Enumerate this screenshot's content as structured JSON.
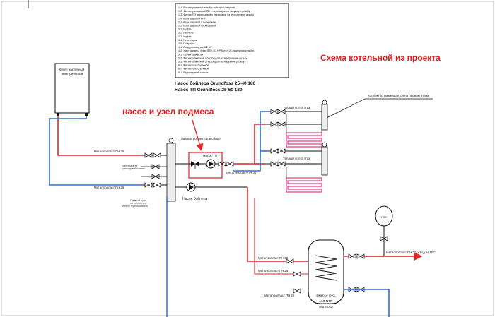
{
  "legend": {
    "items": [
      "1-1. Фитинг универсальный с холодной сваркой",
      "1-2. Фитинг разъемный ПН с переходом на наружную резьбу",
      "1-3. Фитинг ПН переходный с переходом на внутреннюю резьбу",
      "1-4. Кран шаровой Н-В",
      "2-1. Кран шаровой с полусгоном",
      "2-2. Кран шаровой трёхходовой",
      "3-1. Муфта",
      "3-2. Ниппель",
      "3-3. Муфта",
      "3-4. Переходник",
      "3-5. По краям",
      "4-1. Воздухоотводчик 1/2 НР",
      "4-2. Узел подмеса Solar ВЛО 1/3 НР Котел 26 (наружная резьба)",
      "5-1. Сервопривод 3/4",
      "5-2. Фитинг обжимной с переходом на внутреннюю резьбу",
      "5-3. Фитинг обжимной с переходом на наружную резьбу",
      "6-1. Фитинг пресс угловой",
      "6-2. Фитинг пресс угловой",
      "8-1. Радиаторный клапан"
    ]
  },
  "pumps": {
    "boiler_pump": "Насос бойлера Grundfoss 25-40 180",
    "floor_pump": "Насос ТП Grundfoss 25-60 180"
  },
  "title_project": "Схема котельной из  проекта",
  "title_pump": "насос и узел подмеса",
  "boiler_label": "Котел настенный электрический",
  "main_collector": "Главный коллектор в сборе",
  "pump_node_label": "Насос ТП",
  "boiler_pump_label": "Насос бойлера",
  "collector_note": "Коллектор размещается на первом этаже",
  "floor2": "Теплый пол 2 этаж",
  "floor1": "Теплый пол 1 этаж",
  "pipe_labels": {
    "supply_left": "Металлопласт ПН 25",
    "return_left": "Металлопласт ПН 25",
    "floor_pipe": "Металлопласт ПН 32",
    "boiler_supply": "Металлопласт ПН 25",
    "boiler_return": "Металлопласт ПН 25",
    "gvs_out": "Металлопласт ПН 32 отвод на ГВС",
    "cold_in": "Металлопласт ПН 25"
  },
  "tank": {
    "line1": "Drazice OKL",
    "line2": "160 NTR",
    "line3": "или 6 ОКЛ"
  },
  "expansion_label": "ГВС",
  "colors": {
    "supply": "#e02828",
    "return": "#2f6ee0",
    "note_red": "#e02020",
    "loop": "#ea3a8a",
    "highlight": "#e02020"
  }
}
